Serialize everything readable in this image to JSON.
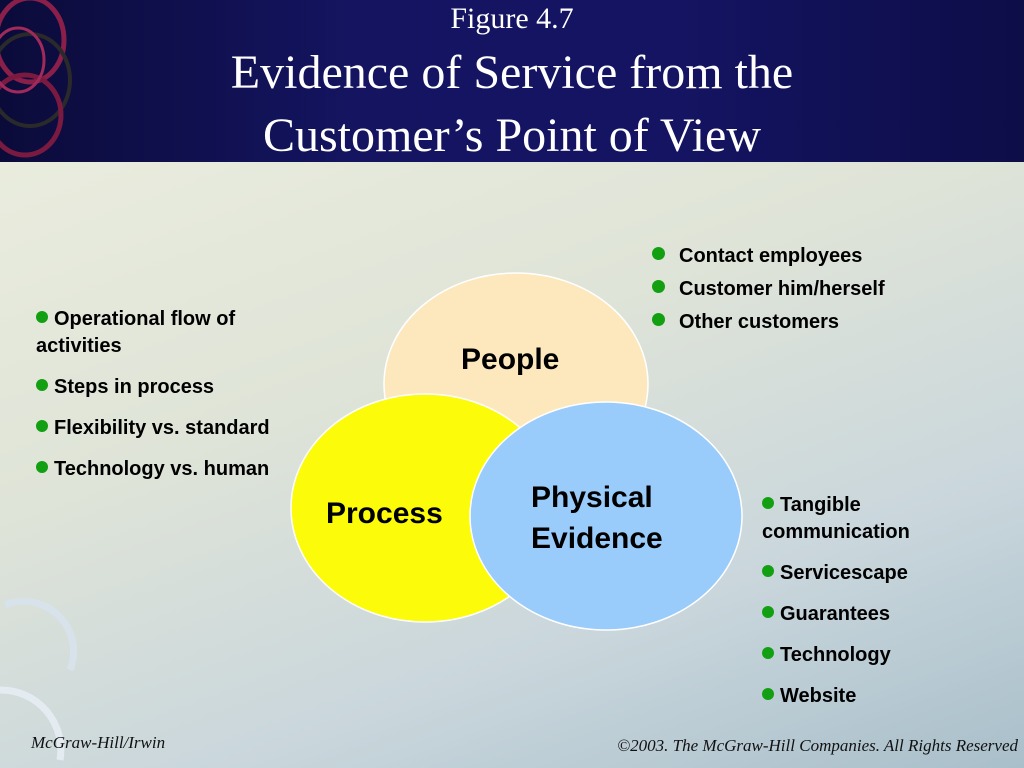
{
  "header": {
    "figure_label": "Figure 4.7",
    "title_line_1": "Evidence of Service from the",
    "title_line_2": "Customer’s Point of View"
  },
  "circles": {
    "people": "People",
    "process": "Process",
    "physical_line_1": "Physical",
    "physical_line_2": "Evidence"
  },
  "people_items": [
    "Contact employees",
    "Customer him/herself",
    "Other customers"
  ],
  "process_items": [
    "Operational flow of activities",
    "Steps in process",
    "Flexibility vs. standard",
    "Technology vs. human"
  ],
  "physical_items": [
    "Tangible communication",
    "Servicescape",
    "Guarantees",
    "Technology",
    "Website"
  ],
  "colors": {
    "header_bg": "#141461",
    "people_fill": "#fde8bd",
    "process_fill": "#fbfb0a",
    "physical_fill": "#99ccfb",
    "bullet": "#12a012"
  },
  "footer": {
    "left": "McGraw-Hill/Irwin",
    "right": "©2003. The McGraw-Hill Companies. All Rights Reserved"
  }
}
